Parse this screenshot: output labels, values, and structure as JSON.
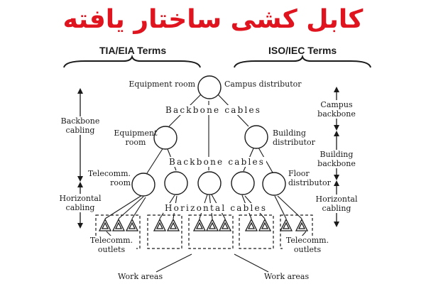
{
  "title": "کابل کشی ساختار یافته",
  "colors": {
    "title": "#e0141e",
    "ink": "#1a1a1a"
  },
  "headings": {
    "left": "TIA/EIA Terms",
    "right": "ISO/IEC Terms"
  },
  "node_labels": {
    "equipment_room_top": "Equipment room",
    "campus_distributor": "Campus distributor",
    "equipment_room_mid": [
      "Equipment",
      "room"
    ],
    "building_distributor": [
      "Building",
      "distributor"
    ],
    "telecomm_room": [
      "Telecomm.",
      "room"
    ],
    "floor_distributor": [
      "Floor",
      "distributor"
    ]
  },
  "cable_labels": {
    "backbone_top": "Backbone cables",
    "backbone_mid": "Backbone cables",
    "horizontal": "Horizontal cables"
  },
  "left_side": {
    "backbone": [
      "Backbone",
      "cabling"
    ],
    "horizontal": [
      "Horizontal",
      "cabling"
    ]
  },
  "right_side": {
    "campus": [
      "Campus",
      "backbone"
    ],
    "building": [
      "Building",
      "backbone"
    ],
    "horizontal": [
      "Horizontal",
      "cabling"
    ]
  },
  "outlets": {
    "left": [
      "Telecomm.",
      "outlets"
    ],
    "right": [
      "Telecomm.",
      "outlets"
    ]
  },
  "work_areas": {
    "left": "Work areas",
    "right": "Work areas"
  }
}
